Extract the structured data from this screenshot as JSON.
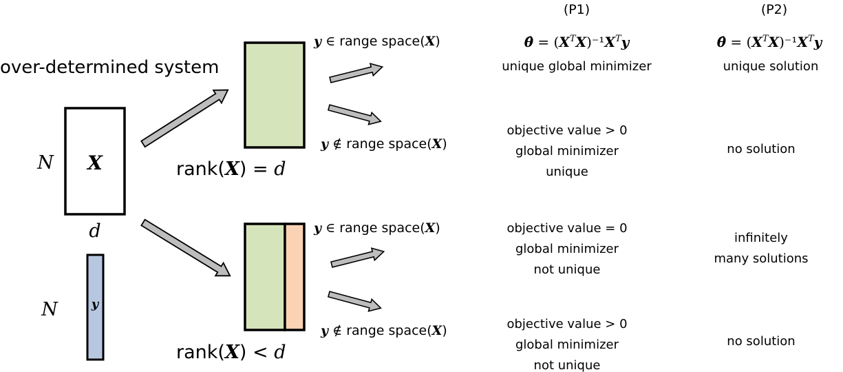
{
  "title": "over-determined system",
  "columns": {
    "p1": "(P1)",
    "p2": "(P2)"
  },
  "matrix": {
    "symbol": "X",
    "rows_label": "N",
    "cols_label": "d"
  },
  "vector": {
    "symbol": "y",
    "rows_label": "N"
  },
  "rank_full": {
    "prefix": "rank(",
    "symbol": "X",
    "suffix": ") = ",
    "dim": "d"
  },
  "rank_deficient": {
    "prefix": "rank(",
    "symbol": "X",
    "suffix": ") < ",
    "dim": "d"
  },
  "conditions": {
    "in_prefix": "y",
    "in_op": " ∈ ",
    "in_text": "range space(",
    "notin_op": " ∉ ",
    "x": "X",
    "close": ")"
  },
  "formula": {
    "theta_hat": "θ̂",
    "eq": " = (",
    "xt": "X",
    "t": "T",
    "x": "X",
    "inv": ")⁻¹",
    "xt2": "X",
    "t2": "T",
    "y": "y"
  },
  "cases": [
    {
      "p1_lines": [
        "unique global minimizer"
      ],
      "p2_lines": [
        "unique solution"
      ]
    },
    {
      "p1_lines": [
        "objective value > 0",
        "global minimizer",
        "unique"
      ],
      "p2_lines": [
        "no solution"
      ]
    },
    {
      "p1_lines": [
        "objective value = 0",
        "global minimizer",
        "not unique"
      ],
      "p2_lines": [
        "infinitely",
        "many solutions"
      ]
    },
    {
      "p1_lines": [
        "objective value > 0",
        "global minimizer",
        "not unique"
      ],
      "p2_lines": [
        "no solution"
      ]
    }
  ],
  "colors": {
    "green_fill": "#d6e4bc",
    "orange_fill": "#fbd3b4",
    "blue_fill": "#b8c7e0",
    "arrow_fill": "#bdbdbd",
    "stroke": "#000000"
  }
}
